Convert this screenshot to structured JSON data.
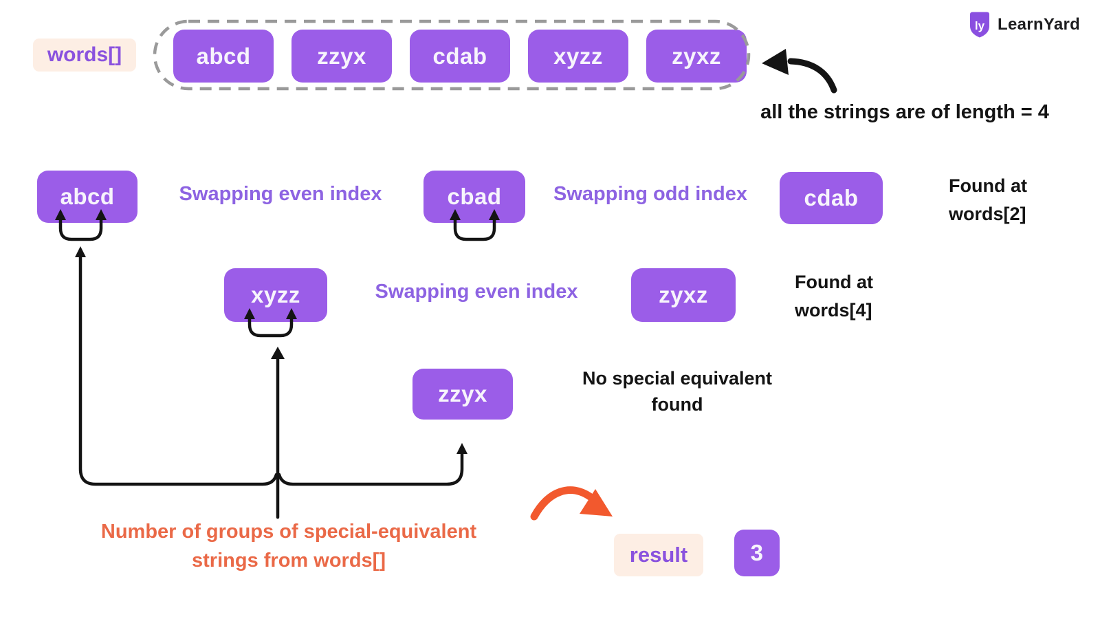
{
  "brand": {
    "name": "LearnYard",
    "monogram": "ly"
  },
  "colors": {
    "box_purple": "#9b5de8",
    "label_text_purple": "#8a52de",
    "step_text_purple": "#8d63e2",
    "label_bg_cream": "#fdeee4",
    "caption_orange": "#ea6947",
    "arrow_orange": "#f2592e",
    "ink_black": "#141414",
    "dash_gray": "#9a9a9a"
  },
  "array_section": {
    "label": "words[]",
    "items": [
      "abcd",
      "zzyx",
      "cdab",
      "xyzz",
      "zyxz"
    ],
    "annotation": "all the strings are of length = 4"
  },
  "group1": {
    "box_original": "abcd",
    "step_even": "Swapping even index",
    "box_even": "cbad",
    "step_odd": "Swapping odd index",
    "box_odd": "cdab",
    "found_line1": "Found at",
    "found_line2": "words[2]"
  },
  "group2": {
    "box_original": "xyzz",
    "step_even": "Swapping even index",
    "box_even": "zyxz",
    "found_line1": "Found at",
    "found_line2": "words[4]"
  },
  "group3": {
    "box_original": "zzyx",
    "note_line1": "No special equivalent",
    "note_line2": "found"
  },
  "summary": {
    "caption_line1": "Number of groups of special-equivalent",
    "caption_line2": "strings from words[]",
    "result_label": "result",
    "result_value": "3"
  }
}
